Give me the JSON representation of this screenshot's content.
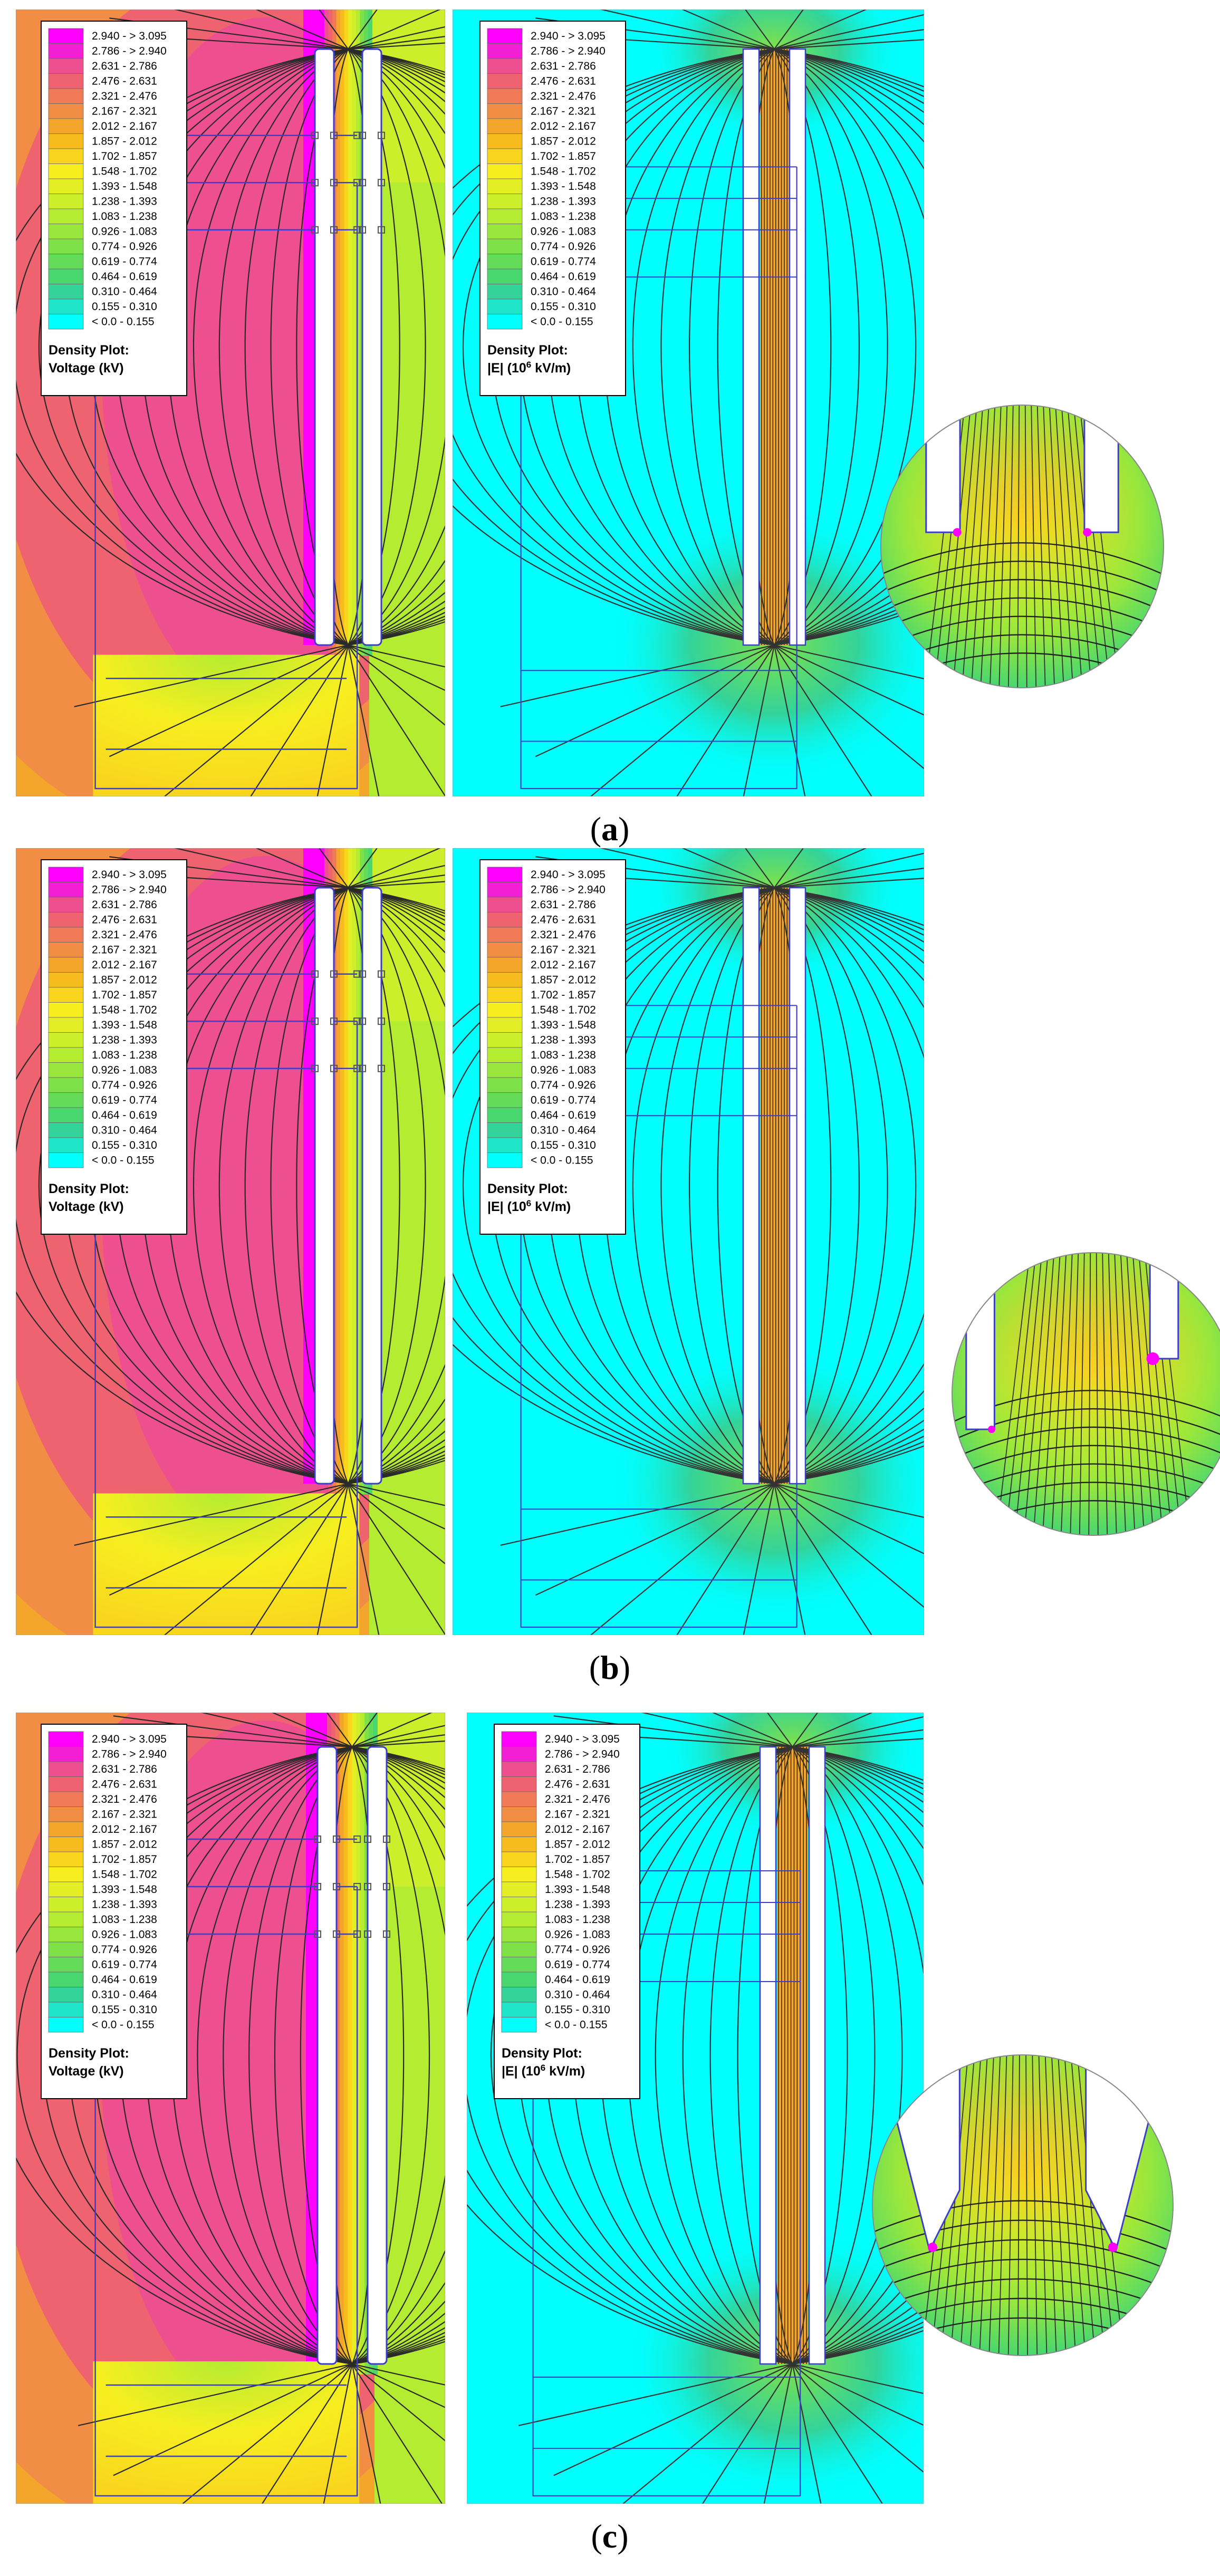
{
  "legend": {
    "ranges": [
      "2.940 - > 3.095",
      "2.786 - > 2.940",
      "2.631 - 2.786",
      "2.476 - 2.631",
      "2.321 - 2.476",
      "2.167 - 2.321",
      "2.012 - 2.167",
      "1.857 - 2.012",
      "1.702 - 1.857",
      "1.548 - 1.702",
      "1.393 - 1.548",
      "1.238 - 1.393",
      "1.083 - 1.238",
      "0.926 - 1.083",
      "0.774 - 0.926",
      "0.619 - 0.774",
      "0.464 - 0.619",
      "0.310 - 0.464",
      "0.155 - 0.310",
      "< 0.0 - 0.155"
    ],
    "colors": [
      "#ff00ff",
      "#f21fd4",
      "#ee4f8f",
      "#ef6270",
      "#f07a57",
      "#f18d45",
      "#f4a62c",
      "#f6bb1c",
      "#f9d51e",
      "#f7ee1f",
      "#e3ef24",
      "#cdee2a",
      "#b4ec31",
      "#99e73c",
      "#7fe148",
      "#63db58",
      "#49d76f",
      "#33d39a",
      "#1fe6c8",
      "#00ffff"
    ]
  },
  "panels": [
    {
      "label_open": "(",
      "label_letter": "a",
      "label_close": ")",
      "voltage_title": "Density Plot:",
      "voltage_units": "Voltage (kV)",
      "field_title": "Density Plot:",
      "field_units": "|E| (10",
      "field_exp": "6",
      "field_units_tail": " kV/m)"
    },
    {
      "label_open": "(",
      "label_letter": "b",
      "label_close": ")",
      "voltage_title": "Density Plot:",
      "voltage_units": "Voltage (kV)",
      "field_title": "Density Plot:",
      "field_units": "|E| (10",
      "field_exp": "6",
      "field_units_tail": " kV/m)"
    },
    {
      "label_open": "(",
      "label_letter": "c",
      "label_close": ")",
      "voltage_title": "Density Plot:",
      "voltage_units": "Voltage (kV)",
      "field_title": "Density Plot:",
      "field_units": "|E| (10",
      "field_exp": "6",
      "field_units_tail": " kV/m)"
    }
  ]
}
